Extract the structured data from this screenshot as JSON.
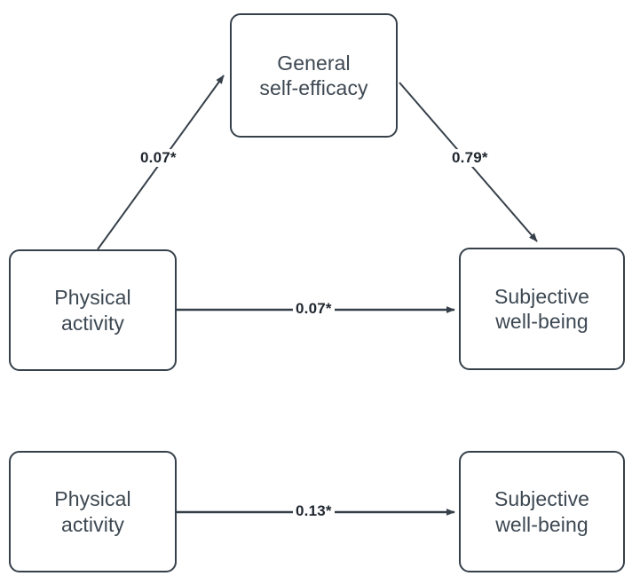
{
  "diagram": {
    "type": "mediation-path-diagram",
    "stroke_color": "#36404a",
    "text_color": "#3d4852",
    "label_color": "#1f262e",
    "background": "#ffffff",
    "models": [
      {
        "name": "mediated-model",
        "nodes": [
          {
            "id": "mediator",
            "label": "General\nself-efficacy"
          },
          {
            "id": "predictor-top",
            "label": "Physical\nactivity"
          },
          {
            "id": "outcome-top",
            "label": "Subjective\nwell-being"
          }
        ],
        "paths": [
          {
            "id": "a-path",
            "from": "predictor-top",
            "to": "mediator",
            "coefficient": "0.07*"
          },
          {
            "id": "b-path",
            "from": "mediator",
            "to": "outcome-top",
            "coefficient": "0.79*"
          },
          {
            "id": "c-prime-path",
            "from": "predictor-top",
            "to": "outcome-top",
            "coefficient": "0.07*"
          }
        ]
      },
      {
        "name": "total-effect-model",
        "nodes": [
          {
            "id": "predictor-bottom",
            "label": "Physical\nactivity"
          },
          {
            "id": "outcome-bottom",
            "label": "Subjective\nwell-being"
          }
        ],
        "paths": [
          {
            "id": "c-path",
            "from": "predictor-bottom",
            "to": "outcome-bottom",
            "coefficient": "0.13*"
          }
        ]
      }
    ]
  }
}
